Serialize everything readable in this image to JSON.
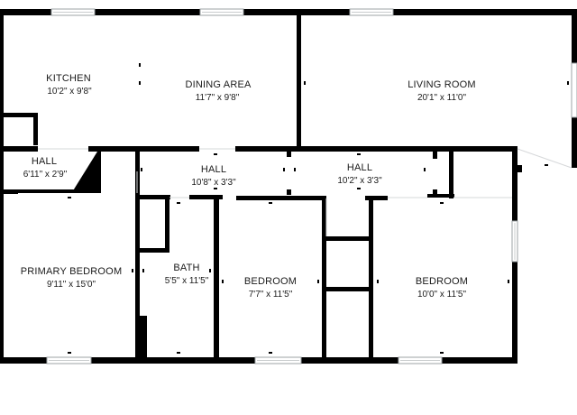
{
  "rooms": {
    "kitchen": {
      "name": "KITCHEN",
      "dims": "10'2\" x 9'8\""
    },
    "dining": {
      "name": "DINING AREA",
      "dims": "11'7\" x 9'8\""
    },
    "living": {
      "name": "LIVING ROOM",
      "dims": "20'1\" x 11'0\""
    },
    "hall_left": {
      "name": "HALL",
      "dims": "6'11\" x 2'9\""
    },
    "hall_mid": {
      "name": "HALL",
      "dims": "10'8\" x 3'3\""
    },
    "hall_right": {
      "name": "HALL",
      "dims": "10'2\" x 3'3\""
    },
    "primary": {
      "name": "PRIMARY BEDROOM",
      "dims": "9'11\" x 15'0\""
    },
    "bath": {
      "name": "BATH",
      "dims": "5'5\" x 11'5\""
    },
    "bedroom2": {
      "name": "BEDROOM",
      "dims": "7'7\" x 11'5\""
    },
    "bedroom3": {
      "name": "BEDROOM",
      "dims": "10'0\" x 11'5\""
    }
  },
  "colors": {
    "wall": "#000000",
    "window": "#c9ccce",
    "background": "#ffffff"
  }
}
